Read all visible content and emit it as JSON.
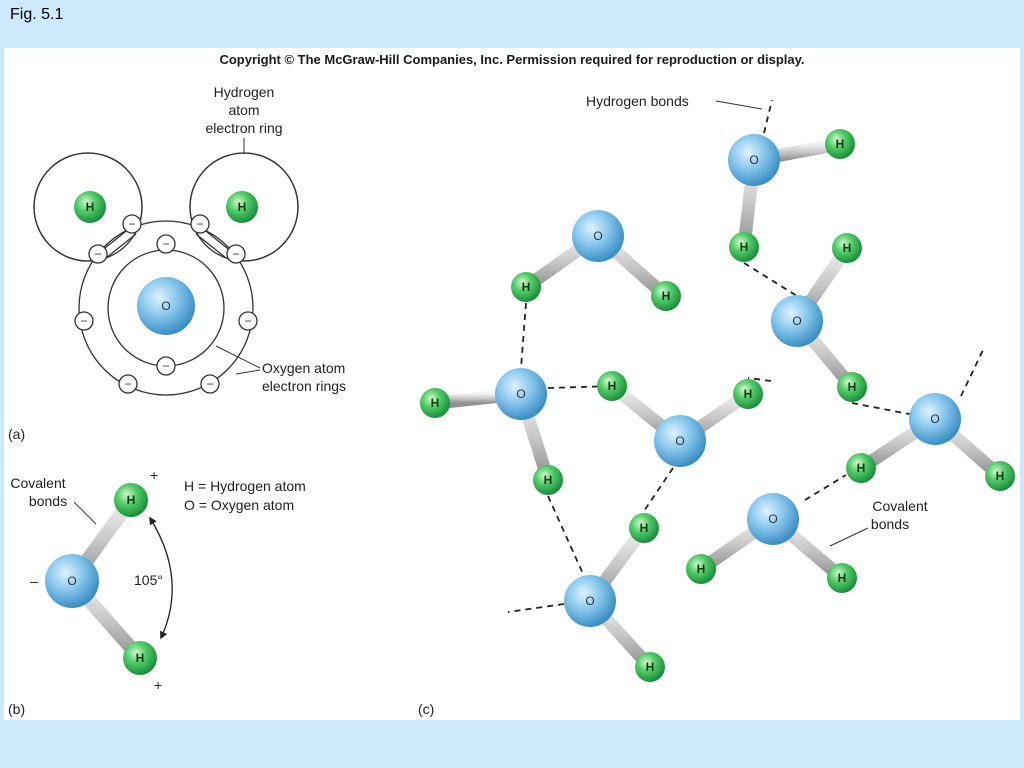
{
  "fig_label": "Fig. 5.1",
  "copyright": "Copyright © The McGraw-Hill Companies, Inc. Permission required for reproduction or display.",
  "panel_a": {
    "label": "(a)",
    "hydrogen_ring_label": [
      "Hydrogen",
      "atom",
      "electron ring"
    ],
    "oxygen_ring_label": [
      "Oxygen atom",
      "electron rings"
    ],
    "oxygen_symbol": "O",
    "hydrogen_symbol": "H",
    "electron_symbol": "−"
  },
  "panel_b": {
    "label": "(b)",
    "covalent_label": [
      "Covalent",
      "bonds"
    ],
    "legend_h": "H = Hydrogen atom",
    "legend_o": "O = Oxygen atom",
    "angle": "105°",
    "plus": "+",
    "minus": "–"
  },
  "panel_c": {
    "label": "(c)",
    "hydrogen_bonds_label": "Hydrogen bonds",
    "covalent_label": [
      "Covalent",
      "bonds"
    ]
  }
}
